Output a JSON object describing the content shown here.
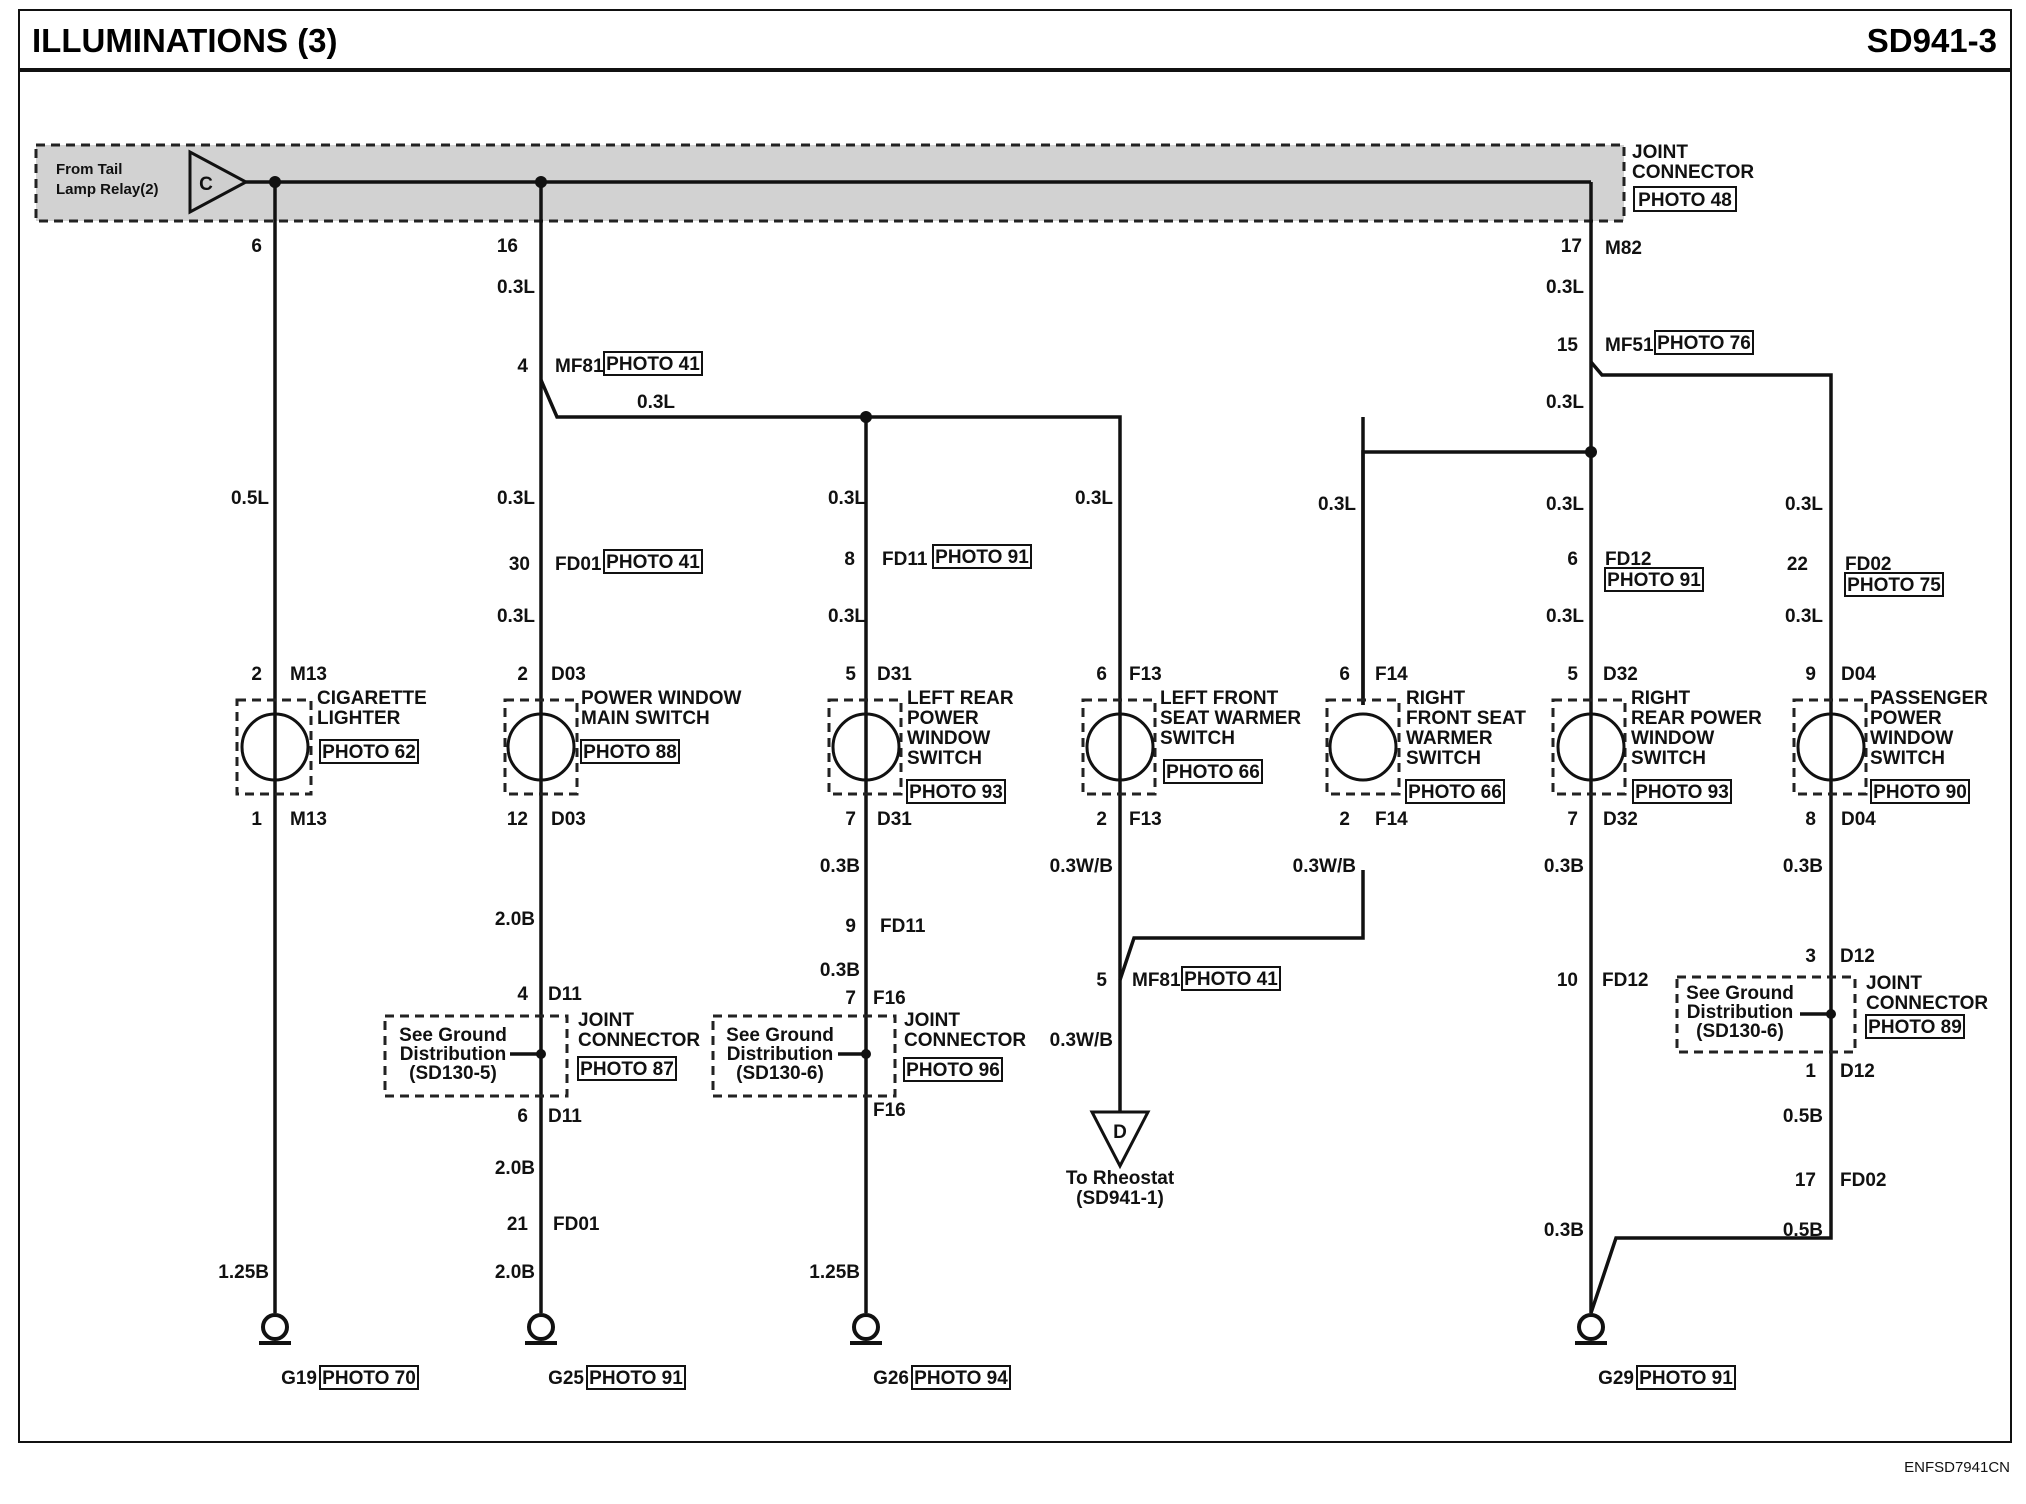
{
  "header": {
    "title": "ILLUMINATIONS (3)",
    "page_code": "SD941-3"
  },
  "footer": {
    "code": "ENFSD7941CN"
  },
  "source": {
    "line1": "From Tail",
    "line2": "Lamp Relay(2)",
    "connector_letter": "C"
  },
  "joint_top": {
    "line1": "JOINT",
    "line2": "CONNECTOR",
    "photo": "PHOTO 48",
    "connector": "M82"
  },
  "rheostat": {
    "letter": "D",
    "line1": "To Rheostat",
    "line2": "(SD941-1)"
  },
  "wire_labels": [
    "0.5L",
    "0.3L",
    "0.3L",
    "0.3L",
    "0.3L",
    "0.3L",
    "0.3L",
    "0.3L",
    "0.3L",
    "0.3L",
    "0.3L",
    "0.3L",
    "0.3L",
    "0.3L",
    "0.3L",
    "2.0B",
    "2.0B",
    "2.0B",
    "1.25B",
    "0.3B",
    "0.3B",
    "1.25B",
    "0.3W/B",
    "0.3W/B",
    "0.3W/B",
    "0.3B",
    "0.3B",
    "0.3B",
    "0.5B",
    "0.5B"
  ],
  "pin_labels": [
    "6",
    "16",
    "17",
    "4",
    "15",
    "30",
    "8",
    "6",
    "22",
    "2",
    "2",
    "5",
    "6",
    "6",
    "5",
    "9",
    "1",
    "12",
    "7",
    "2",
    "2",
    "7",
    "8",
    "9",
    "5",
    "4",
    "7",
    "10",
    "3",
    "1",
    "17",
    "6",
    "21"
  ],
  "connector_labels": [
    "MF81",
    "MF51",
    "FD01",
    "FD11",
    "FD12",
    "FD02",
    "M13",
    "D03",
    "D31",
    "F13",
    "F14",
    "D32",
    "D04",
    "M13",
    "D03",
    "D31",
    "F13",
    "F14",
    "D32",
    "D04",
    "FD11",
    "MF81",
    "D11",
    "F16",
    "FD12",
    "D12",
    "D12",
    "D11",
    "F16",
    "FD02",
    "FD01"
  ],
  "photo_labels": [
    "PHOTO 41",
    "PHOTO 76",
    "PHOTO 41",
    "PHOTO 91",
    "PHOTO 91",
    "PHOTO 75",
    "PHOTO 41",
    "PHOTO 87",
    "PHOTO 96",
    "PHOTO 89",
    "PHOTO 62",
    "PHOTO 88",
    "PHOTO 93",
    "PHOTO 66",
    "PHOTO 66",
    "PHOTO 93",
    "PHOTO 90"
  ],
  "components": [
    {
      "lines": [
        "CIGARETTE",
        "LIGHTER"
      ]
    },
    {
      "lines": [
        "POWER WINDOW",
        "MAIN SWITCH"
      ]
    },
    {
      "lines": [
        "LEFT REAR",
        "POWER",
        "WINDOW",
        "SWITCH"
      ]
    },
    {
      "lines": [
        "LEFT FRONT",
        "SEAT WARMER",
        "SWITCH"
      ]
    },
    {
      "lines": [
        "RIGHT",
        "FRONT SEAT",
        "WARMER",
        "SWITCH"
      ]
    },
    {
      "lines": [
        "RIGHT",
        "REAR POWER",
        "WINDOW",
        "SWITCH"
      ]
    },
    {
      "lines": [
        "PASSENGER",
        "POWER",
        "WINDOW",
        "SWITCH"
      ]
    }
  ],
  "joint_connectors": [
    {
      "lines": [
        "JOINT",
        "CONNECTOR"
      ],
      "ref": [
        "See Ground",
        "Distribution",
        "(SD130-5)"
      ]
    },
    {
      "lines": [
        "JOINT",
        "CONNECTOR"
      ],
      "ref": [
        "See Ground",
        "Distribution",
        "(SD130-6)"
      ]
    },
    {
      "lines": [
        "JOINT",
        "CONNECTOR"
      ],
      "ref": [
        "See Ground",
        "Distribution",
        "(SD130-6)"
      ]
    }
  ],
  "grounds": [
    {
      "id": "G19",
      "photo": "PHOTO 70"
    },
    {
      "id": "G25",
      "photo": "PHOTO 91"
    },
    {
      "id": "G26",
      "photo": "PHOTO 94"
    },
    {
      "id": "G29",
      "photo": "PHOTO 91"
    }
  ]
}
